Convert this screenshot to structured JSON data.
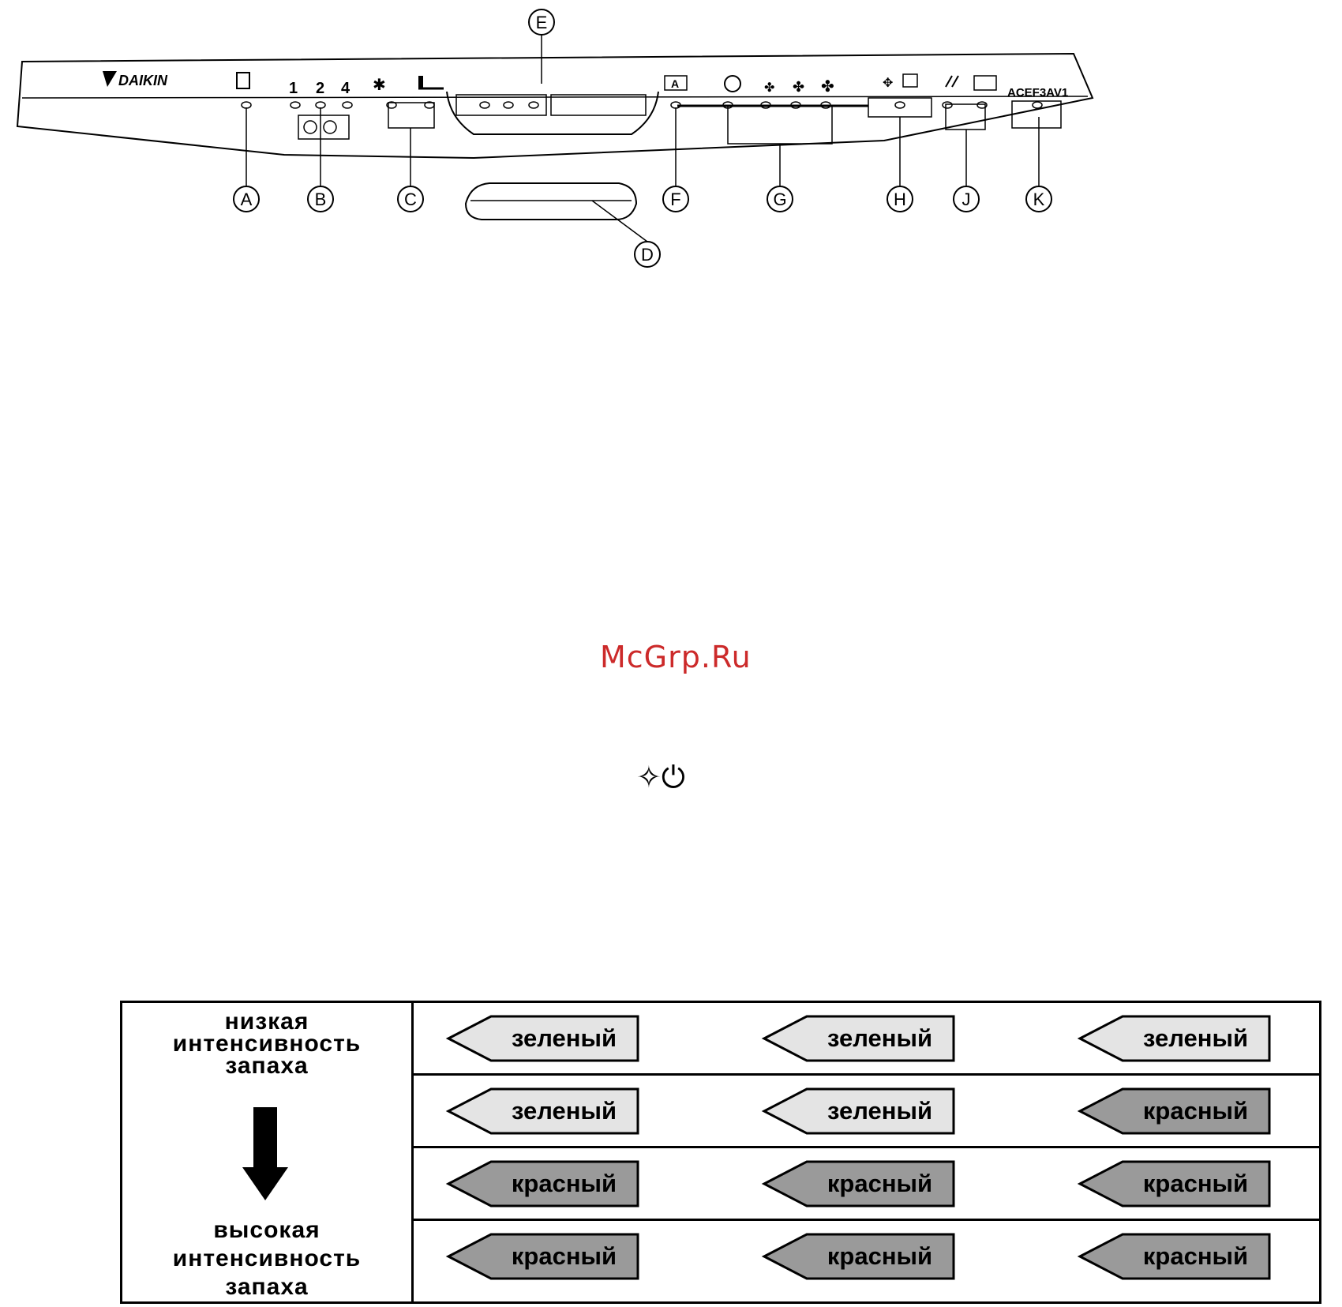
{
  "panel": {
    "brand": "DAIKIN",
    "model": "ACEF3AV1",
    "timer_labels": [
      "1",
      "2",
      "4"
    ],
    "callouts": [
      "A",
      "B",
      "C",
      "D",
      "E",
      "F",
      "G",
      "H",
      "J",
      "K"
    ]
  },
  "watermark": "McGrp.Ru",
  "symbols": {
    "sparkle": "✧",
    "power": "⏻"
  },
  "legend": {
    "low_label": [
      "низкая",
      "интенсивность",
      "запаха"
    ],
    "high_label": [
      "высокая",
      "интенсивность",
      "запаха"
    ],
    "rows": [
      [
        "зеленый",
        "зеленый",
        "зеленый"
      ],
      [
        "зеленый",
        "зеленый",
        "красный"
      ],
      [
        "красный",
        "красный",
        "красный"
      ],
      [
        "красный",
        "красный",
        "красный"
      ]
    ],
    "colors": {
      "green_fill": "#e4e4e4",
      "red_fill": "#9a9a9a"
    }
  }
}
